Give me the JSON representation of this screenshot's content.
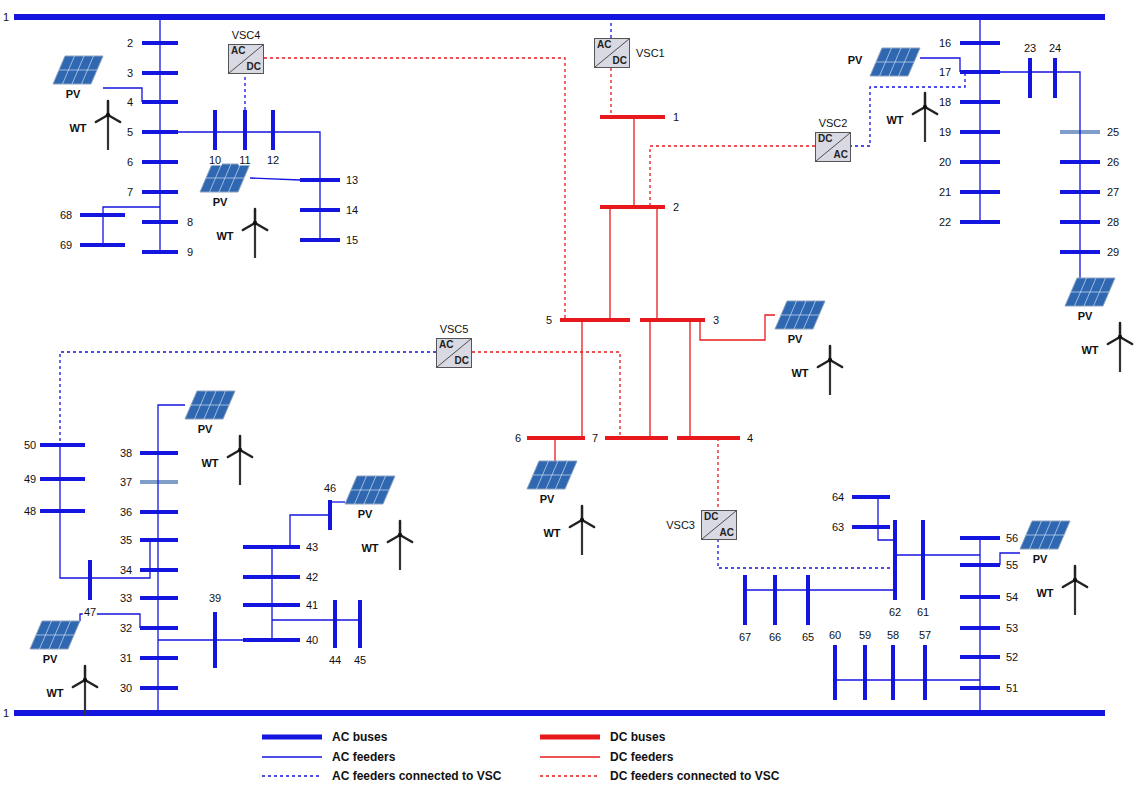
{
  "diagram": {
    "nodes": [
      {
        "text": [
          "VSC1",
          "AC",
          "DC"
        ]
      },
      {
        "text": [
          "VSC2",
          "DC",
          "AC"
        ]
      },
      {
        "text": [
          "VSC3",
          "DC",
          "AC"
        ]
      },
      {
        "text": [
          "VSC4",
          "AC",
          "DC"
        ]
      },
      {
        "text": [
          "VSC5",
          "AC",
          "DC"
        ]
      }
    ],
    "labels": [
      "1",
      "2",
      "3",
      "4",
      "5",
      "6",
      "7",
      "8",
      "9",
      "10",
      "11",
      "12",
      "13",
      "14",
      "15",
      "68",
      "69",
      "16",
      "17",
      "18",
      "19",
      "20",
      "21",
      "22",
      "23",
      "24",
      "25",
      "26",
      "27",
      "28",
      "29",
      "30",
      "31",
      "32",
      "33",
      "34",
      "35",
      "36",
      "37",
      "38",
      "39",
      "40",
      "41",
      "42",
      "43",
      "44",
      "45",
      "46",
      "47",
      "48",
      "49",
      "50",
      "51",
      "52",
      "53",
      "54",
      "55",
      "56",
      "57",
      "58",
      "59",
      "60",
      "61",
      "62",
      "63",
      "64",
      "65",
      "66",
      "67",
      "1",
      "1",
      "2",
      "3",
      "4",
      "5",
      "6",
      "7",
      "PV",
      "WT",
      "PV",
      "WT",
      "PV",
      "WT",
      "PV",
      "WT",
      "PV",
      "WT",
      "PV",
      "WT",
      "PV",
      "WT",
      "PV",
      "WT",
      "PV",
      "WT",
      "PV",
      "WT"
    ],
    "legend": [
      {
        "text": "AC buses"
      },
      {
        "text": "DC buses"
      },
      {
        "text": "AC feeders"
      },
      {
        "text": "DC feeders"
      },
      {
        "text": "AC feeders connected to VSC"
      },
      {
        "text": "DC feeders connected to VSC"
      }
    ]
  }
}
